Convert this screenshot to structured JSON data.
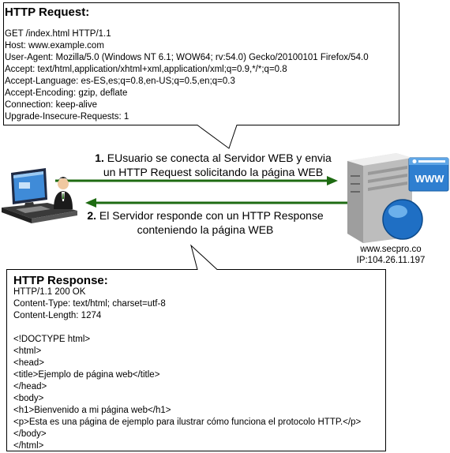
{
  "request_box": {
    "title": "HTTP Request:",
    "lines": [
      "GET /index.html HTTP/1.1",
      "Host: www.example.com",
      "User-Agent: Mozilla/5.0 (Windows NT 6.1; WOW64; rv:54.0) Gecko/20100101 Firefox/54.0",
      "Accept: text/html,application/xhtml+xml,application/xml;q=0.9,*/*;q=0.8",
      "Accept-Language: es-ES,es;q=0.8,en-US;q=0.5,en;q=0.3",
      "Accept-Encoding: gzip, deflate",
      "Connection: keep-alive",
      "Upgrade-Insecure-Requests: 1"
    ]
  },
  "response_box": {
    "title": "HTTP Response:",
    "lines": [
      "HTTP/1.1 200 OK",
      "Content-Type: text/html; charset=utf-8",
      "Content-Length: 1274",
      "",
      "<!DOCTYPE html>",
      "<html>",
      "<head>",
      "<title>Ejemplo de página web</title>",
      "</head>",
      "<body>",
      "<h1>Bienvenido a mi página web</h1>",
      "<p>Esta es una página de ejemplo para ilustrar cómo funciona el protocolo HTTP.</p>",
      "</body>",
      "</html>"
    ]
  },
  "step1": {
    "number": "1.",
    "line1": "EUsuario se conecta al Servidor WEB y envia",
    "line2": "un HTTP Request solicitando la página WEB"
  },
  "step2": {
    "number": "2.",
    "line1": "El Servidor responde con un HTTP Response",
    "line2": "conteniendo la página WEB"
  },
  "server": {
    "host": "www.secpro.co",
    "ip": "IP:104.26.11.197",
    "badge": "WWW"
  },
  "colors": {
    "arrow": "#1e6b12",
    "box_border": "#000000"
  }
}
